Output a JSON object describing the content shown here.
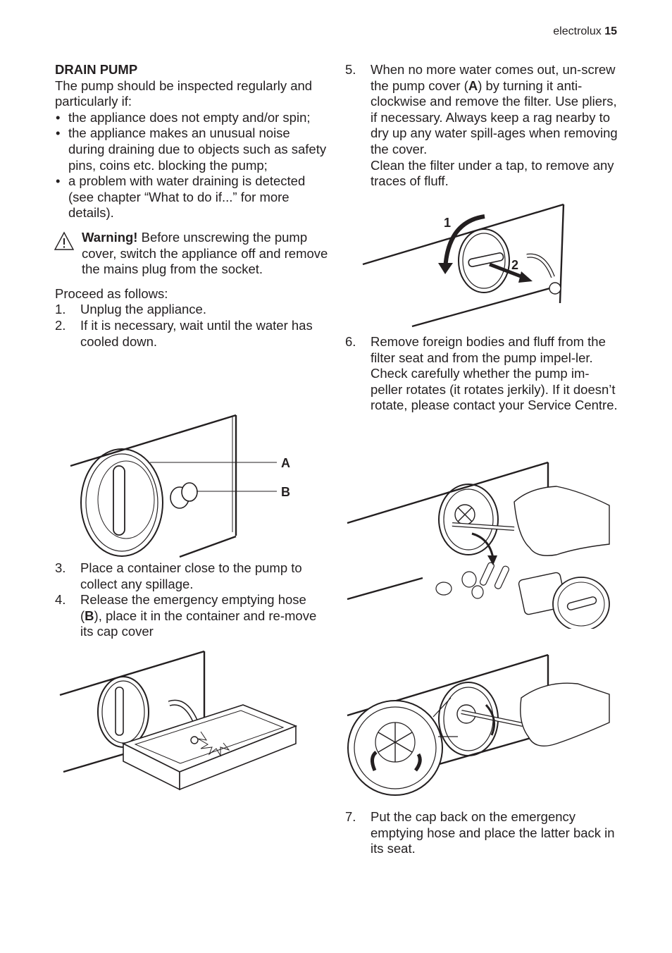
{
  "header": {
    "brand": "electrolux",
    "page_number": "15"
  },
  "section": {
    "title": "DRAIN PUMP",
    "intro": "The pump should be inspected regularly and particularly if:",
    "bullets": [
      "the appliance does not empty and/or spin;",
      "the appliance makes an unusual noise during draining due to objects such as safety pins, coins etc. blocking the pump;",
      "a problem with water draining is detected (see chapter “What to do if...” for more details)."
    ],
    "warning_label": "Warning!",
    "warning_text": " Before unscrewing the pump cover, switch the appliance off and remove the mains plug from the socket.",
    "proceed": "Proceed as follows:"
  },
  "steps": [
    {
      "num": "1.",
      "text": "Unplug the appliance."
    },
    {
      "num": "2.",
      "text": "If it is necessary, wait until the water has cooled down."
    },
    {
      "num": "3.",
      "text": "Place a container close to the pump to collect any spillage."
    },
    {
      "num": "4.",
      "pre": "Release the emergency emptying hose (",
      "bold": "B",
      "post": "), place it in the container and re-move its cap cover"
    },
    {
      "num": "5.",
      "pre": "When no more water comes out, un-screw the pump cover (",
      "bold": "A",
      "post": ") by turning it anti-clockwise and remove the filter. Use pliers, if necessary. Always keep a rag nearby to dry up any water spill-ages when removing the cover.",
      "extra": "Clean the filter under a tap, to remove any traces of fluff."
    },
    {
      "num": "6.",
      "text": "Remove foreign bodies and fluff from the filter seat and from the pump impel-ler.",
      "extra": "Check carefully whether the pump im-peller rotates (it rotates jerkily). If it doesn’t rotate, please contact your Service Centre."
    },
    {
      "num": "7.",
      "text": "Put the cap back on the emergency emptying hose and place the latter back in its seat."
    }
  ],
  "figures": {
    "fig_ab": {
      "label_a": "A",
      "label_b": "B"
    },
    "fig_unscrew": {
      "label_1": "1",
      "label_2": "2"
    }
  }
}
